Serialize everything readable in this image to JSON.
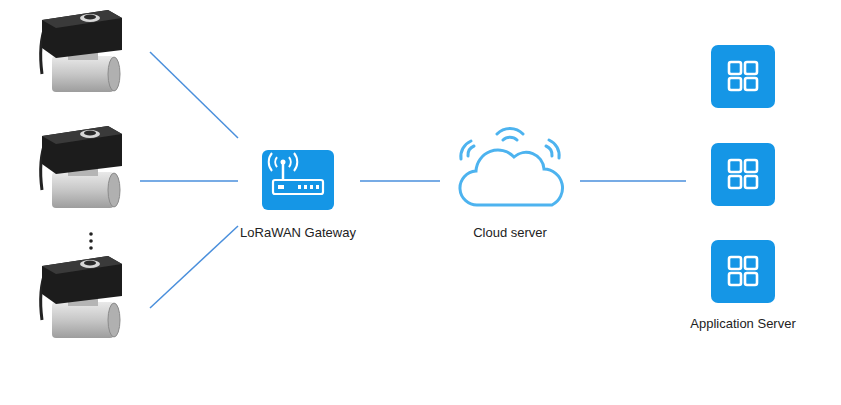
{
  "diagram": {
    "nodes": [
      {
        "text": [
          "LoRaWAN Gateway"
        ]
      },
      {
        "text": [
          "Cloud server"
        ]
      },
      {
        "text": [
          "Application Server"
        ]
      }
    ],
    "edges": [
      {
        "from": 0,
        "to": 1,
        "arrow": "none"
      },
      {
        "from": 1,
        "to": 2,
        "arrow": "none"
      }
    ]
  }
}
